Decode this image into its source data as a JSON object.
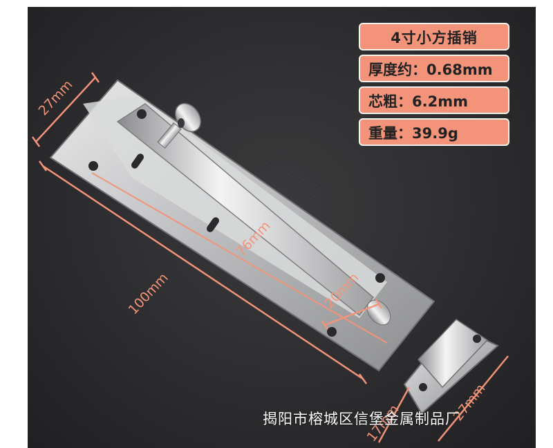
{
  "specs": {
    "title": "4寸小方插销",
    "thickness": "厚度约：0.68mm",
    "core": "芯粗：6.2mm",
    "weight": "重量：39.9g"
  },
  "dimensions": {
    "width_main": "27mm",
    "length_total": "100mm",
    "bolt_length": "76mm",
    "bolt_extension": "20mm",
    "keeper_height": "17mm",
    "keeper_width": "27mm"
  },
  "footer": {
    "company": "揭阳市榕城区信堡金属制品厂"
  },
  "colors": {
    "accent": "#f2937a",
    "background": "#2c2c2e",
    "metal": "#c9c9cb"
  }
}
